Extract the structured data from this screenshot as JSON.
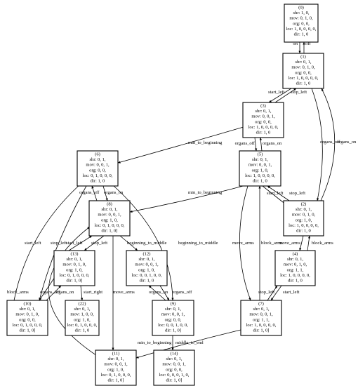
{
  "diagram": {
    "nodes": [
      {
        "id": "0",
        "lines": [
          "(0)",
          "shr: 1, 0,",
          "mov: 0, 1, 0,",
          "org: 0, 0,",
          "loc: 1, 0, 0, 0, 0,",
          "dir: 1, 0"
        ]
      },
      {
        "id": "1",
        "lines": [
          "(1)",
          "shr: 0, 1,",
          "mov: 0, 1, 0,",
          "org: 0, 0,",
          "loc: 1, 0, 0, 0, 0,",
          "dir: 1, 0"
        ]
      },
      {
        "id": "3",
        "lines": [
          "(3)",
          "shr: 0, 1,",
          "mov: 0, 0, 1,",
          "org: 0, 0,",
          "loc: 1, 0, 0, 0, 0,",
          "dir: 1, 0"
        ]
      },
      {
        "id": "5",
        "lines": [
          "(5)",
          "shr: 0, 1,",
          "mov: 0, 0, 1,",
          "org: 1, 0,",
          "loc: 1, 0, 0, 0, 0,",
          "dir: 1, 0"
        ]
      },
      {
        "id": "6",
        "lines": [
          "(6)",
          "shr: 0, 1,",
          "mov: 0, 0, 1,",
          "org: 0, 0,",
          "loc: 0, 1, 0, 0, 0,",
          "dir: 1, 0"
        ]
      },
      {
        "id": "8",
        "lines": [
          "(8)",
          "shr: 0, 1,",
          "mov: 0, 0, 1,",
          "org: 1, 0,",
          "loc: 0, 1, 0, 0, 0,",
          "dir: 1, 0]"
        ]
      },
      {
        "id": "2",
        "lines": [
          "(2)",
          "shr: 0, 1,",
          "mov: 0, 1, 0,",
          "org: 1, 0,",
          "loc: 1, 0, 0, 0, 0,",
          "dir: 1, 0"
        ]
      },
      {
        "id": "4",
        "lines": [
          "(4)",
          "shr: 0, 1,",
          "mov: 0, 1, 0,",
          "org: 1, 1,",
          "loc: 1, 0, 0, 0, 0,",
          "dir: 1, 0"
        ]
      },
      {
        "id": "7",
        "lines": [
          "(7)",
          "shr: 0, 1,",
          "mov: 0, 0, 1,",
          "org: 1, 1,",
          "loc: 1, 0, 0, 0, 0,",
          "dir: 1, 0]"
        ]
      },
      {
        "id": "13",
        "lines": [
          "(13)",
          "shr: 0, 1,",
          "mov: 0, 1, 0,",
          "org: 1, 0,",
          "loc: 0, 1, 0, 0, 0,",
          "dir: 1, 0]"
        ]
      },
      {
        "id": "12",
        "lines": [
          "(12)",
          "shr: 0, 1,",
          "mov: 0, 0, 1,",
          "org: 1, 0,",
          "loc: 0, 0, 1, 0, 0,",
          "dir: 1, 0"
        ]
      },
      {
        "id": "10",
        "lines": [
          "(10)",
          "shr: 0, 1,",
          "mov: 0, 1, 0,",
          "org: 0, 0,",
          "loc: 0, 1, 0, 0, 0,",
          "dir: 1, 0]"
        ]
      },
      {
        "id": "22",
        "lines": [
          "(22)",
          "shr: 0, 1,",
          "mov: 1, 0, 0,",
          "org: 1, 0,",
          "loc: 0, 1, 0, 0, 0,",
          "dir: 1, 0"
        ]
      },
      {
        "id": "9",
        "lines": [
          "(9)",
          "shr: 0, 1,",
          "mov: 0, 0, 1,",
          "org: 0, 0,",
          "loc: 0, 0, 1, 0, 0,",
          "dir: 1, 0]"
        ]
      },
      {
        "id": "11",
        "lines": [
          "(11)",
          "shr: 0, 1,",
          "mov: 0, 0, 1,",
          "org: 1, 0,",
          "loc: 0, 1, 0, 0, 0,",
          "dir: 1, 0]"
        ]
      },
      {
        "id": "14",
        "lines": [
          "(14)",
          "shr: 0, 1,",
          "mov: 0, 0, 1,",
          "org: 0, 0,",
          "loc: 0, 0, 0, 1, 0,",
          "dir: 1, 0]"
        ]
      }
    ],
    "edges": [
      {
        "from": "0",
        "to": "1",
        "label": "on"
      },
      {
        "from": "1",
        "to": "0",
        "label": "off"
      },
      {
        "from": "1",
        "to": "3",
        "label": "start_left"
      },
      {
        "from": "3",
        "to": "1",
        "label": "stop_left"
      },
      {
        "from": "1",
        "to": "2",
        "label": "organs_off"
      },
      {
        "from": "2",
        "to": "1",
        "label": "organs_on"
      },
      {
        "from": "3",
        "to": "6",
        "label": "min_to_beginning"
      },
      {
        "from": "3",
        "to": "5",
        "label": "organs_off"
      },
      {
        "from": "5",
        "to": "3",
        "label": "organs_on"
      },
      {
        "from": "5",
        "to": "2",
        "label": "start_left"
      },
      {
        "from": "2",
        "to": "5",
        "label": "stop_left"
      },
      {
        "from": "5",
        "to": "8",
        "label": "min_to_beginning"
      },
      {
        "from": "5",
        "to": "7",
        "label": "move_arms"
      },
      {
        "from": "7",
        "to": "5",
        "label": "block_arms"
      },
      {
        "from": "2",
        "to": "4",
        "label": "move_arms"
      },
      {
        "from": "4",
        "to": "2",
        "label": "block_arms"
      },
      {
        "from": "4",
        "to": "7",
        "label": "start_left"
      },
      {
        "from": "7",
        "to": "4",
        "label": "stop_left"
      },
      {
        "from": "6",
        "to": "8",
        "label": "organs_on"
      },
      {
        "from": "8",
        "to": "6",
        "label": "organs_off"
      },
      {
        "from": "6",
        "to": "9",
        "label": "beginning_to_middle"
      },
      {
        "from": "8",
        "to": "12",
        "label": "beginning_to_middle"
      },
      {
        "from": "8",
        "to": "13",
        "label": "stop_left"
      },
      {
        "from": "13",
        "to": "8",
        "label": "start_left"
      },
      {
        "from": "8",
        "to": "11",
        "label": "move_arms"
      },
      {
        "from": "10",
        "to": "6",
        "label": "start_left"
      },
      {
        "from": "6",
        "to": "10",
        "label": "stop_left"
      },
      {
        "from": "13",
        "to": "10",
        "label": "organs_off"
      },
      {
        "from": "10",
        "to": "13",
        "label": "organs_on"
      },
      {
        "from": "13",
        "to": "22",
        "label": "start_right"
      },
      {
        "from": "11",
        "to": "8",
        "label": "block_arms"
      },
      {
        "from": "12",
        "to": "9",
        "label": "organs_off"
      },
      {
        "from": "9",
        "to": "12",
        "label": "organs_on"
      },
      {
        "from": "9",
        "to": "14",
        "label": "middle_to_end"
      },
      {
        "from": "7",
        "to": "11",
        "label": "min_to_beginning"
      }
    ]
  }
}
